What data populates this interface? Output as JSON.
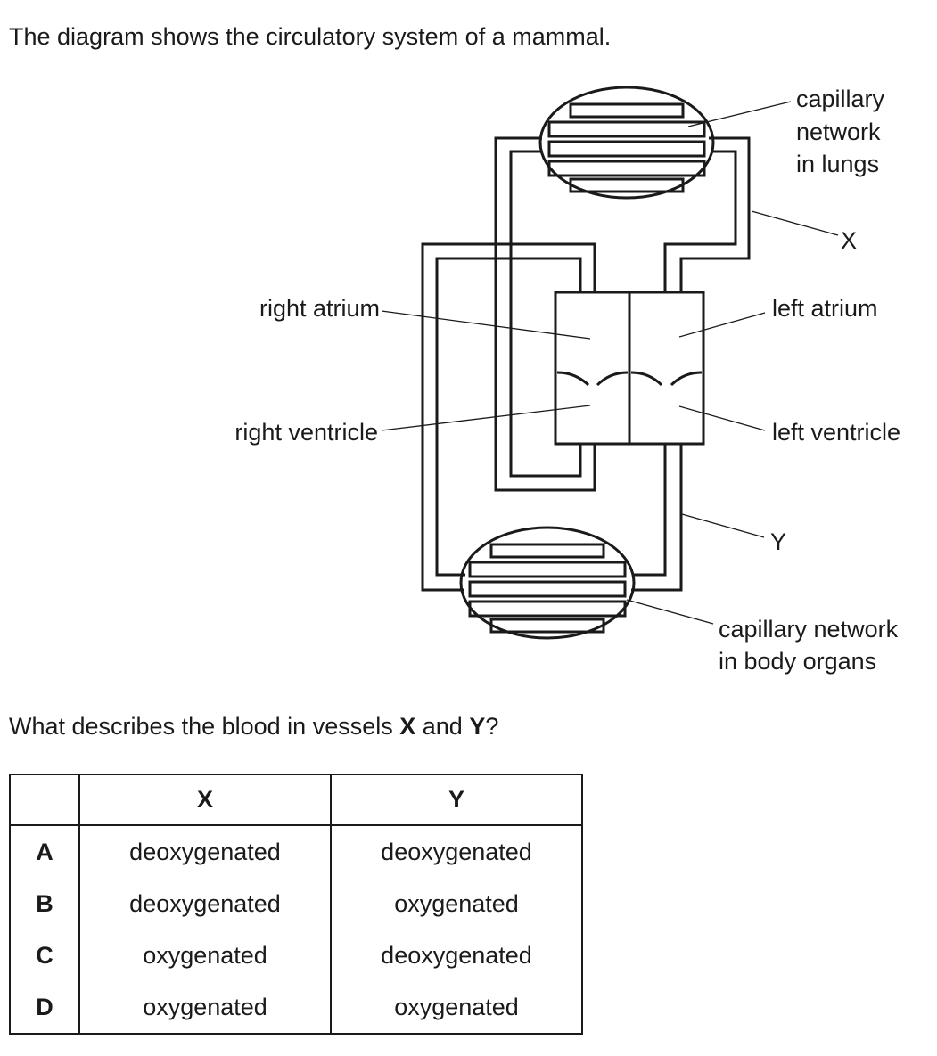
{
  "intro": "The diagram shows the circulatory system of a mammal.",
  "diagram": {
    "labels": {
      "lungs_1": "capillary",
      "lungs_2": "network",
      "lungs_3": "in lungs",
      "x": "X",
      "right_atrium": "right atrium",
      "left_atrium": "left atrium",
      "right_ventricle": "right ventricle",
      "left_ventricle": "left ventricle",
      "y": "Y",
      "body_1": "capillary network",
      "body_2": "in body organs"
    }
  },
  "question": {
    "before": "What describes the blood in vessels ",
    "x": "X",
    "middle": " and ",
    "y": "Y",
    "after": "?"
  },
  "table": {
    "headers": [
      "",
      "X",
      "Y"
    ],
    "rows": [
      {
        "option": "A",
        "x": "deoxygenated",
        "y": "deoxygenated"
      },
      {
        "option": "B",
        "x": "deoxygenated",
        "y": "oxygenated"
      },
      {
        "option": "C",
        "x": "oxygenated",
        "y": "deoxygenated"
      },
      {
        "option": "D",
        "x": "oxygenated",
        "y": "oxygenated"
      }
    ]
  }
}
